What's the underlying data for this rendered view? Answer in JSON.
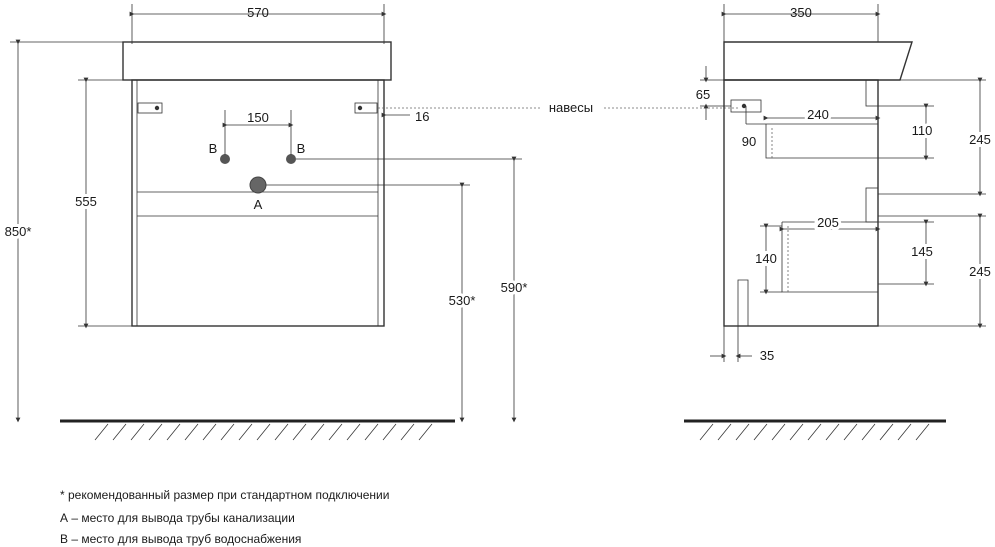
{
  "front": {
    "width": "570",
    "height_body": "555",
    "height_total": "850*",
    "spacing_b": "150",
    "offset_16": "16",
    "height_530": "530*",
    "height_590": "590*",
    "label_a": "A",
    "label_b": "B"
  },
  "side": {
    "depth": "350",
    "d65": "65",
    "d90": "90",
    "d240": "240",
    "d110": "110",
    "d245_top": "245",
    "d205": "205",
    "d140": "140",
    "d145": "145",
    "d245_bottom": "245",
    "d35": "35"
  },
  "callout": {
    "hinges": "навесы"
  },
  "notes": {
    "n1": "* рекомендованный размер при стандартном подключении",
    "n2": "А – место для вывода трубы канализации",
    "n3": "В – место для вывода труб водоснабжения"
  }
}
